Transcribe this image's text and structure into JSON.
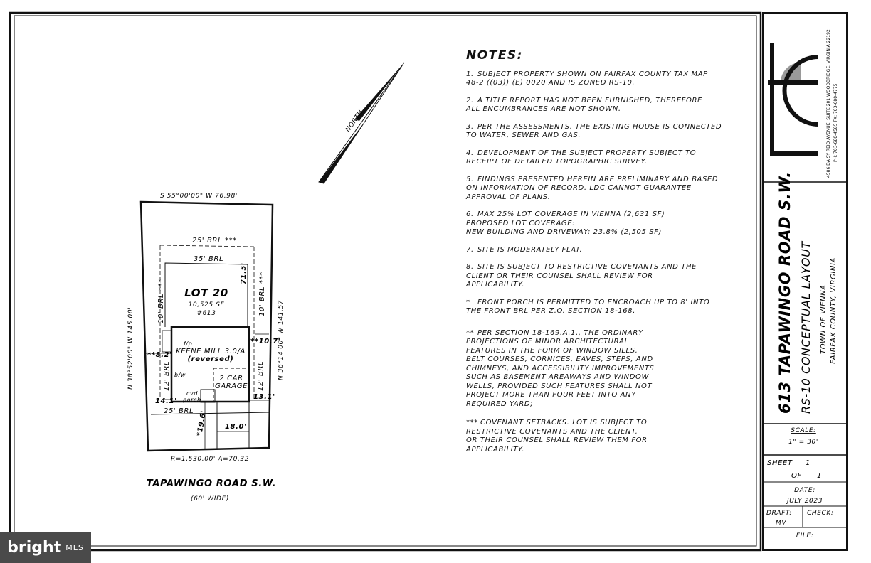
{
  "notes": {
    "title": "NOTES:",
    "items": [
      {
        "num": "1.",
        "text": "SUBJECT PROPERTY SHOWN ON FAIRFAX COUNTY TAX MAP\n48-2 ((03)) (E) 0020 AND IS ZONED RS-10."
      },
      {
        "num": "2.",
        "text": "A TITLE REPORT HAS NOT BEEN FURNISHED, THEREFORE\nALL ENCUMBRANCES ARE NOT SHOWN."
      },
      {
        "num": "3.",
        "text": "PER THE ASSESSMENTS, THE EXISTING HOUSE IS CONNECTED\nTO WATER, SEWER AND GAS."
      },
      {
        "num": "4.",
        "text": "DEVELOPMENT OF THE SUBJECT PROPERTY SUBJECT TO\nRECEIPT OF DETAILED TOPOGRAPHIC SURVEY."
      },
      {
        "num": "5.",
        "text": "FINDINGS PRESENTED HEREIN ARE PRELIMINARY AND BASED\nON INFORMATION OF RECORD. LDC CANNOT GUARANTEE\nAPPROVAL OF PLANS."
      },
      {
        "num": "6.",
        "text": "MAX 25% LOT COVERAGE IN VIENNA (2,631 SF)\n   PROPOSED LOT COVERAGE:\n   NEW BUILDING AND DRIVEWAY: 23.8% (2,505 SF)"
      },
      {
        "num": "7.",
        "text": "SITE IS MODERATELY FLAT."
      },
      {
        "num": "8.",
        "text": "SITE IS SUBJECT TO RESTRICTIVE COVENANTS AND THE\nCLIENT OR THEIR COUNSEL SHALL REVIEW FOR\nAPPLICABILITY."
      },
      {
        "num": "*",
        "text": "FRONT PORCH IS PERMITTED TO ENCROACH UP TO 8' INTO\nTHE FRONT BRL PER Z.O. SECTION 18-168."
      },
      {
        "num": "**",
        "text": "PER SECTION 18-169.A.1., THE ORDINARY\nPROJECTIONS OF MINOR ARCHITECTURAL\nFEATURES IN THE FORM OF WINDOW SILLS,\nBELT COURSES, CORNICES, EAVES, STEPS, AND\nCHIMNEYS, AND ACCESSIBILITY IMPROVEMENTS\nSUCH AS BASEMENT AREAWAYS AND WINDOW\nWELLS, PROVIDED SUCH FEATURES SHALL NOT\nPROJECT MORE THAN FOUR FEET INTO ANY\nREQUIRED YARD;"
      },
      {
        "num": "***",
        "text": "COVENANT SETBACKS. LOT IS SUBJECT TO\nRESTRICTIVE COVENANTS AND THE CLIENT,\nOR THEIR COUNSEL SHALL REVIEW THEM FOR\nAPPLICABILITY."
      }
    ]
  },
  "plan": {
    "north": "NORTH",
    "rear_bearing": "S 55°00'00\" W  76.98'",
    "left_bearing": "N 38°52'00\" W  145.00'",
    "right_bearing": "N 36°14'00\" W  141.57'",
    "brl_rear_cov": "25' BRL ***",
    "brl_rear": "35' BRL",
    "brl_side_left": "10' BRL ***",
    "brl_side_right": "10' BRL ***",
    "brl_side_left_12": "12' BRL",
    "brl_side_right_12": "12' BRL",
    "brl_front": "25' BRL",
    "dim_rear": "71.5'",
    "dim_left": "**8.2'",
    "dim_right": "**10.7'",
    "dim_left_front": "14.1'",
    "dim_right_front": "13.1'",
    "dim_front": "*19.6'",
    "dim_drive": "18.0'",
    "lot_title": "LOT 20",
    "lot_area": "10,525 SF",
    "lot_number": "#613",
    "house_name": "KEENE MILL 3.0/A",
    "house_note": "(reversed)",
    "garage_1": "2 CAR",
    "garage_2": "GARAGE",
    "porch_1": "cvd.",
    "porch_2": "porch",
    "bw": "b/w",
    "fp": "f/p",
    "curve": "R=1,530.00'    A=70.32'",
    "road_name": "TAPAWINGO ROAD S.W.",
    "road_width": "(60' WIDE)"
  },
  "titleblock": {
    "firm_address": "4586 DAISY REID AVENUE, SUITE 201 WOODBRIDGE, VIRGINIA 22192",
    "firm_phone": "PH: 703-680-4585    FX: 703-680-4775",
    "project_title": "613 TAPAWINGO ROAD S.W.",
    "project_subtitle": "RS-10 CONCEPTUAL LAYOUT",
    "town": "TOWN OF VIENNA",
    "county": "FAIRFAX COUNTY, VIRGINIA",
    "scale_label": "SCALE:",
    "scale_value": "1\" = 30'",
    "sheet_label": "SHEET",
    "sheet_num": "1",
    "of_label": "OF",
    "of_num": "1",
    "date_label": "DATE:",
    "date_value": "JULY 2023",
    "draft_label": "DRAFT:",
    "draft_value": "MV",
    "check_label": "CHECK:",
    "file_label": "FILE:"
  },
  "watermark": {
    "brand": "bright",
    "suffix": "MLS"
  },
  "colors": {
    "logo_gray": "#9a9a9a",
    "watermark_bg": "#4a4a4a"
  }
}
